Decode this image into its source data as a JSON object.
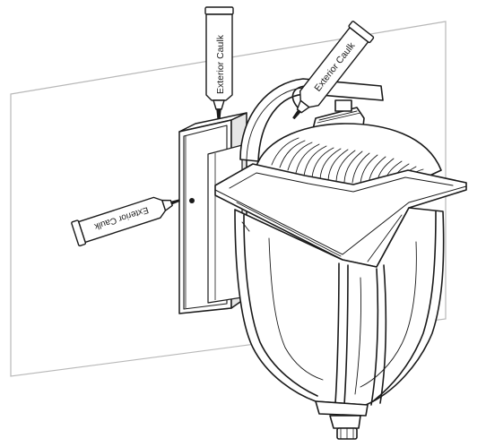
{
  "diagram": {
    "labels": {
      "tube_top": "Exterior Caulk",
      "tube_right": "Exterior Caulk",
      "tube_left": "Exterior Caulk"
    },
    "colors": {
      "line": "#1a1a1a",
      "wall": "#b8b8b8",
      "fill": "#ffffff",
      "shade": "#e6e6e6"
    }
  }
}
